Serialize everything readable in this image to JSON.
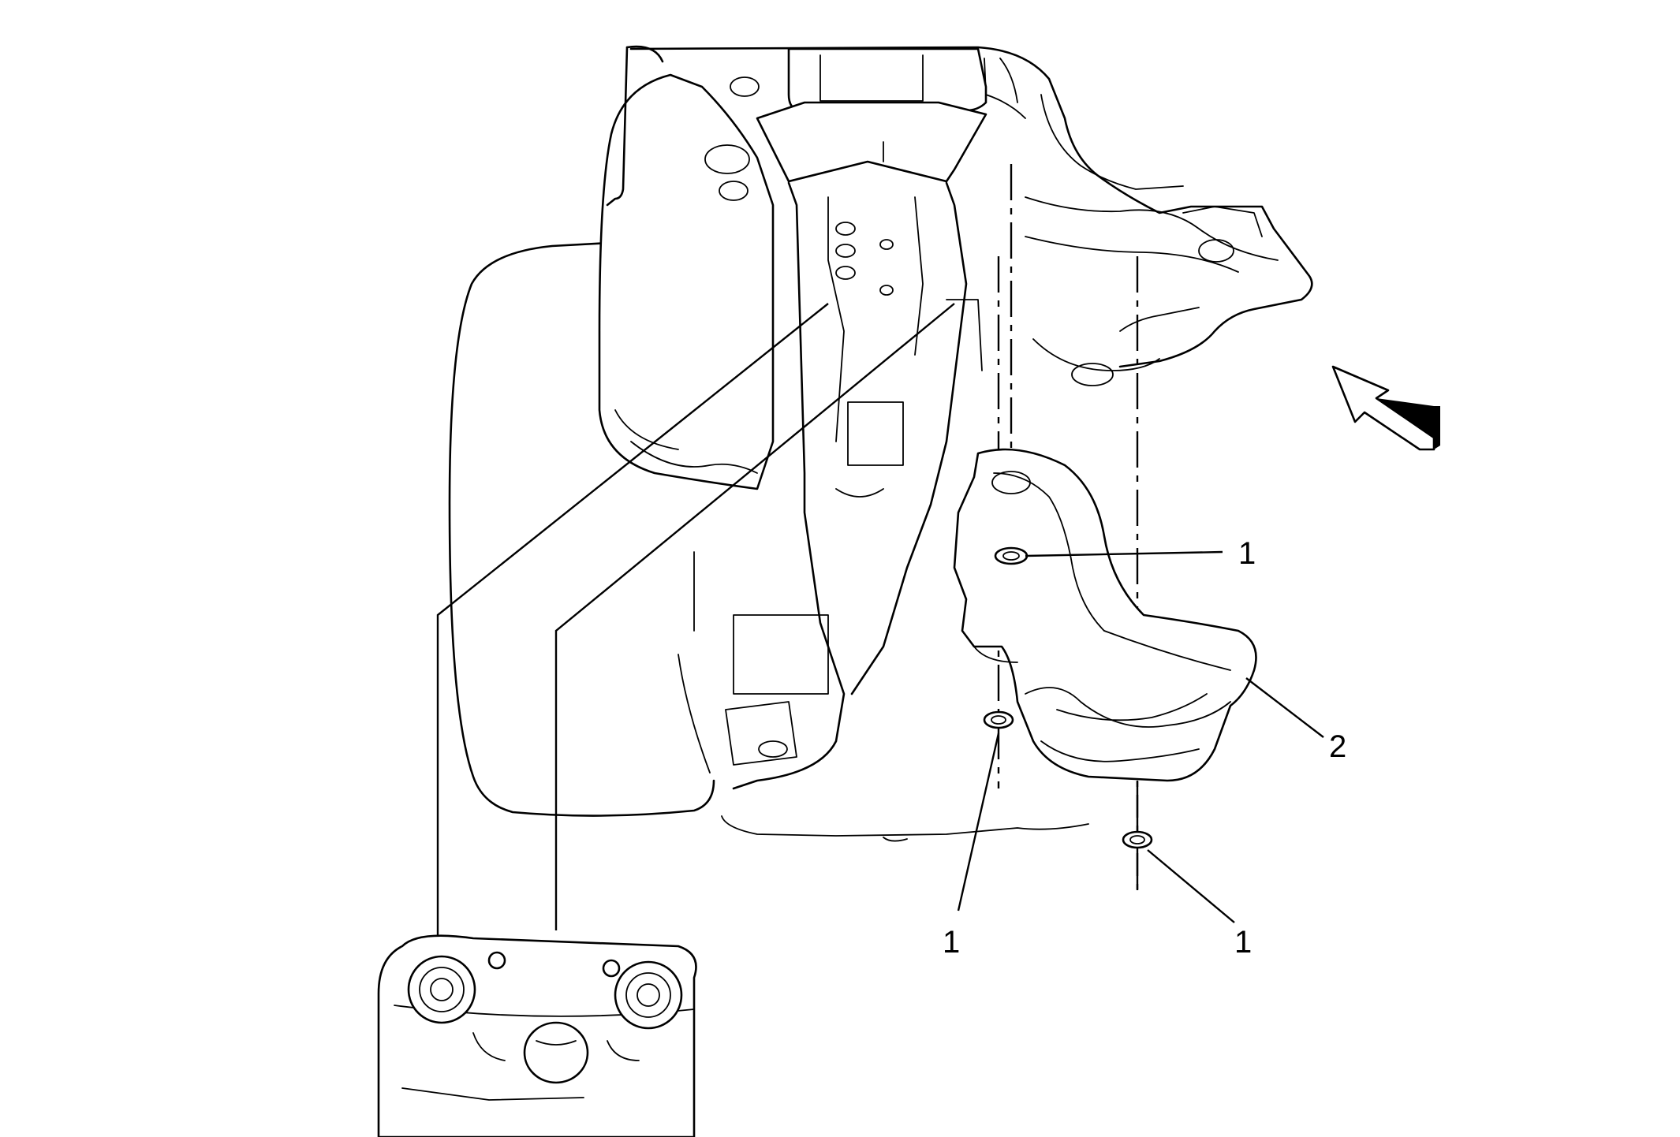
{
  "callouts": {
    "nut_a": "1",
    "nut_b": "1",
    "nut_c": "1",
    "shield": "2"
  },
  "icons": {
    "direction": "front-direction-arrow-icon"
  },
  "colors": {
    "ink": "#000000",
    "paper": "#ffffff"
  }
}
